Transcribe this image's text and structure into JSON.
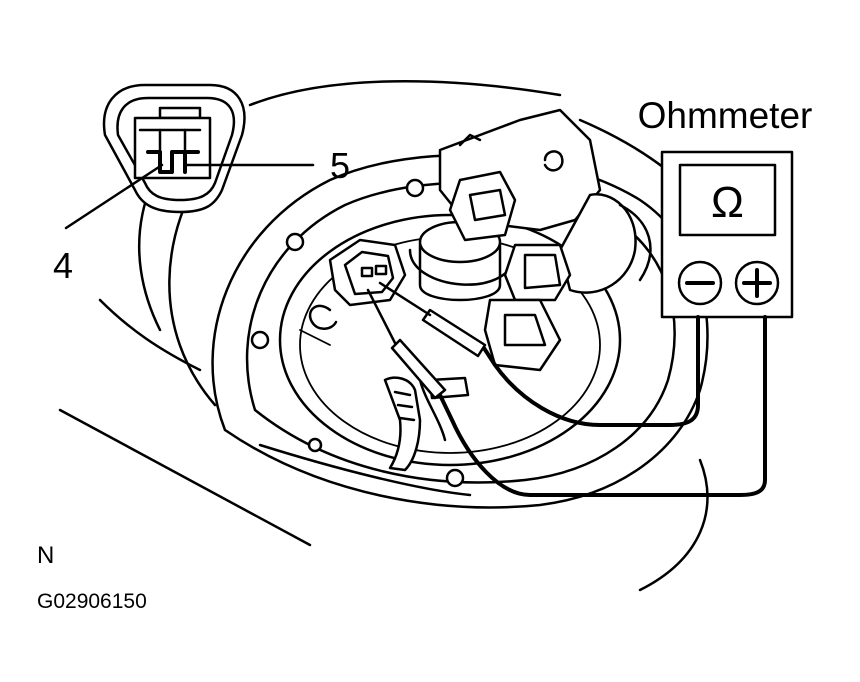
{
  "labels": {
    "instrument": "Ohmmeter",
    "meter_symbol": "Ω",
    "terminal_negative": "−",
    "terminal_positive": "+",
    "pin_5": "5",
    "pin_4": "4",
    "view_mark": "N",
    "figure_code": "G02906150"
  }
}
